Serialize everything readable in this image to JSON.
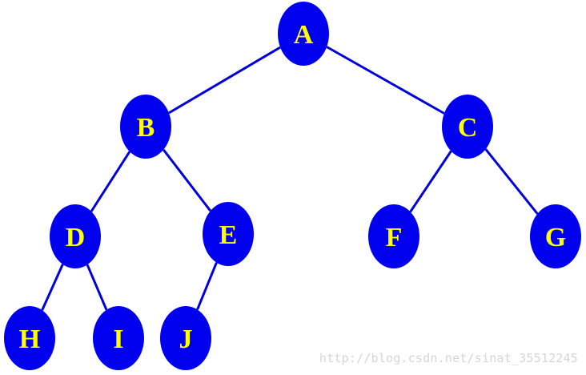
{
  "colors": {
    "node_fill": "#0000ee",
    "edge": "#0000dd",
    "label": "#ffff00",
    "background": "#ffffff"
  },
  "nodes": [
    {
      "id": "A",
      "label": "A"
    },
    {
      "id": "B",
      "label": "B"
    },
    {
      "id": "C",
      "label": "C"
    },
    {
      "id": "D",
      "label": "D"
    },
    {
      "id": "E",
      "label": "E"
    },
    {
      "id": "F",
      "label": "F"
    },
    {
      "id": "G",
      "label": "G"
    },
    {
      "id": "H",
      "label": "H"
    },
    {
      "id": "I",
      "label": "I"
    },
    {
      "id": "J",
      "label": "J"
    }
  ],
  "edges": [
    {
      "from": "A",
      "to": "B"
    },
    {
      "from": "A",
      "to": "C"
    },
    {
      "from": "B",
      "to": "D"
    },
    {
      "from": "B",
      "to": "E"
    },
    {
      "from": "C",
      "to": "F"
    },
    {
      "from": "C",
      "to": "G"
    },
    {
      "from": "D",
      "to": "H"
    },
    {
      "from": "D",
      "to": "I"
    },
    {
      "from": "E",
      "to": "J"
    }
  ],
  "watermark": "http://blog.csdn.net/sinat_35512245"
}
